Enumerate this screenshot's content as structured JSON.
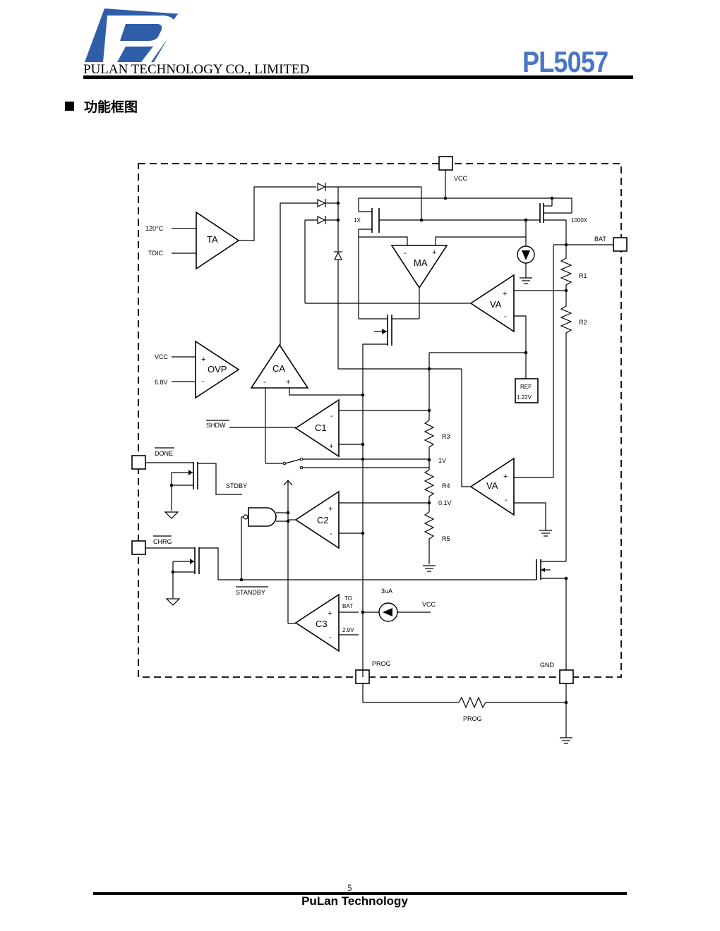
{
  "header": {
    "company": "PULAN TECHNOLOGY CO., LIMITED",
    "part_number": "PL5057",
    "brand_color": "#4a77c4",
    "logo_color": "#2f5ea8"
  },
  "section": {
    "title": "功能框图"
  },
  "diagram": {
    "pins": {
      "vcc": "VCC",
      "bat": "BAT",
      "done": "DONE",
      "chrg": "CHRG",
      "prog": "PROG",
      "gnd": "GND"
    },
    "blocks": {
      "ta": "TA",
      "ovp": "OVP",
      "ca": "CA",
      "ma": "MA",
      "va1": "VA",
      "va2": "VA",
      "c1": "C1",
      "c2": "C2",
      "c3": "C3",
      "ref_line1": "REF",
      "ref_line2": "1.22V"
    },
    "labels": {
      "temp_120": "120°C",
      "tdic": "TDIC",
      "ovp_vcc": "VCC",
      "v68": "6.8V",
      "shdw": "SHDW",
      "stdby": "STDBY",
      "standby": "STANDBY",
      "x1": "1X",
      "x1000": "1000X",
      "r1": "R1",
      "r2": "R2",
      "r3": "R3",
      "r4": "R4",
      "r5": "R5",
      "v1": "1V",
      "v01": "0.1V",
      "to": "TO",
      "bat": "BAT",
      "v29": "2.9V",
      "ua3": "3uA",
      "vcc_src": "VCC",
      "prog_res": "PROG"
    },
    "signs": {
      "plus": "+",
      "minus": "-"
    }
  },
  "footer": {
    "page": "5",
    "text": "PuLan Technology"
  }
}
